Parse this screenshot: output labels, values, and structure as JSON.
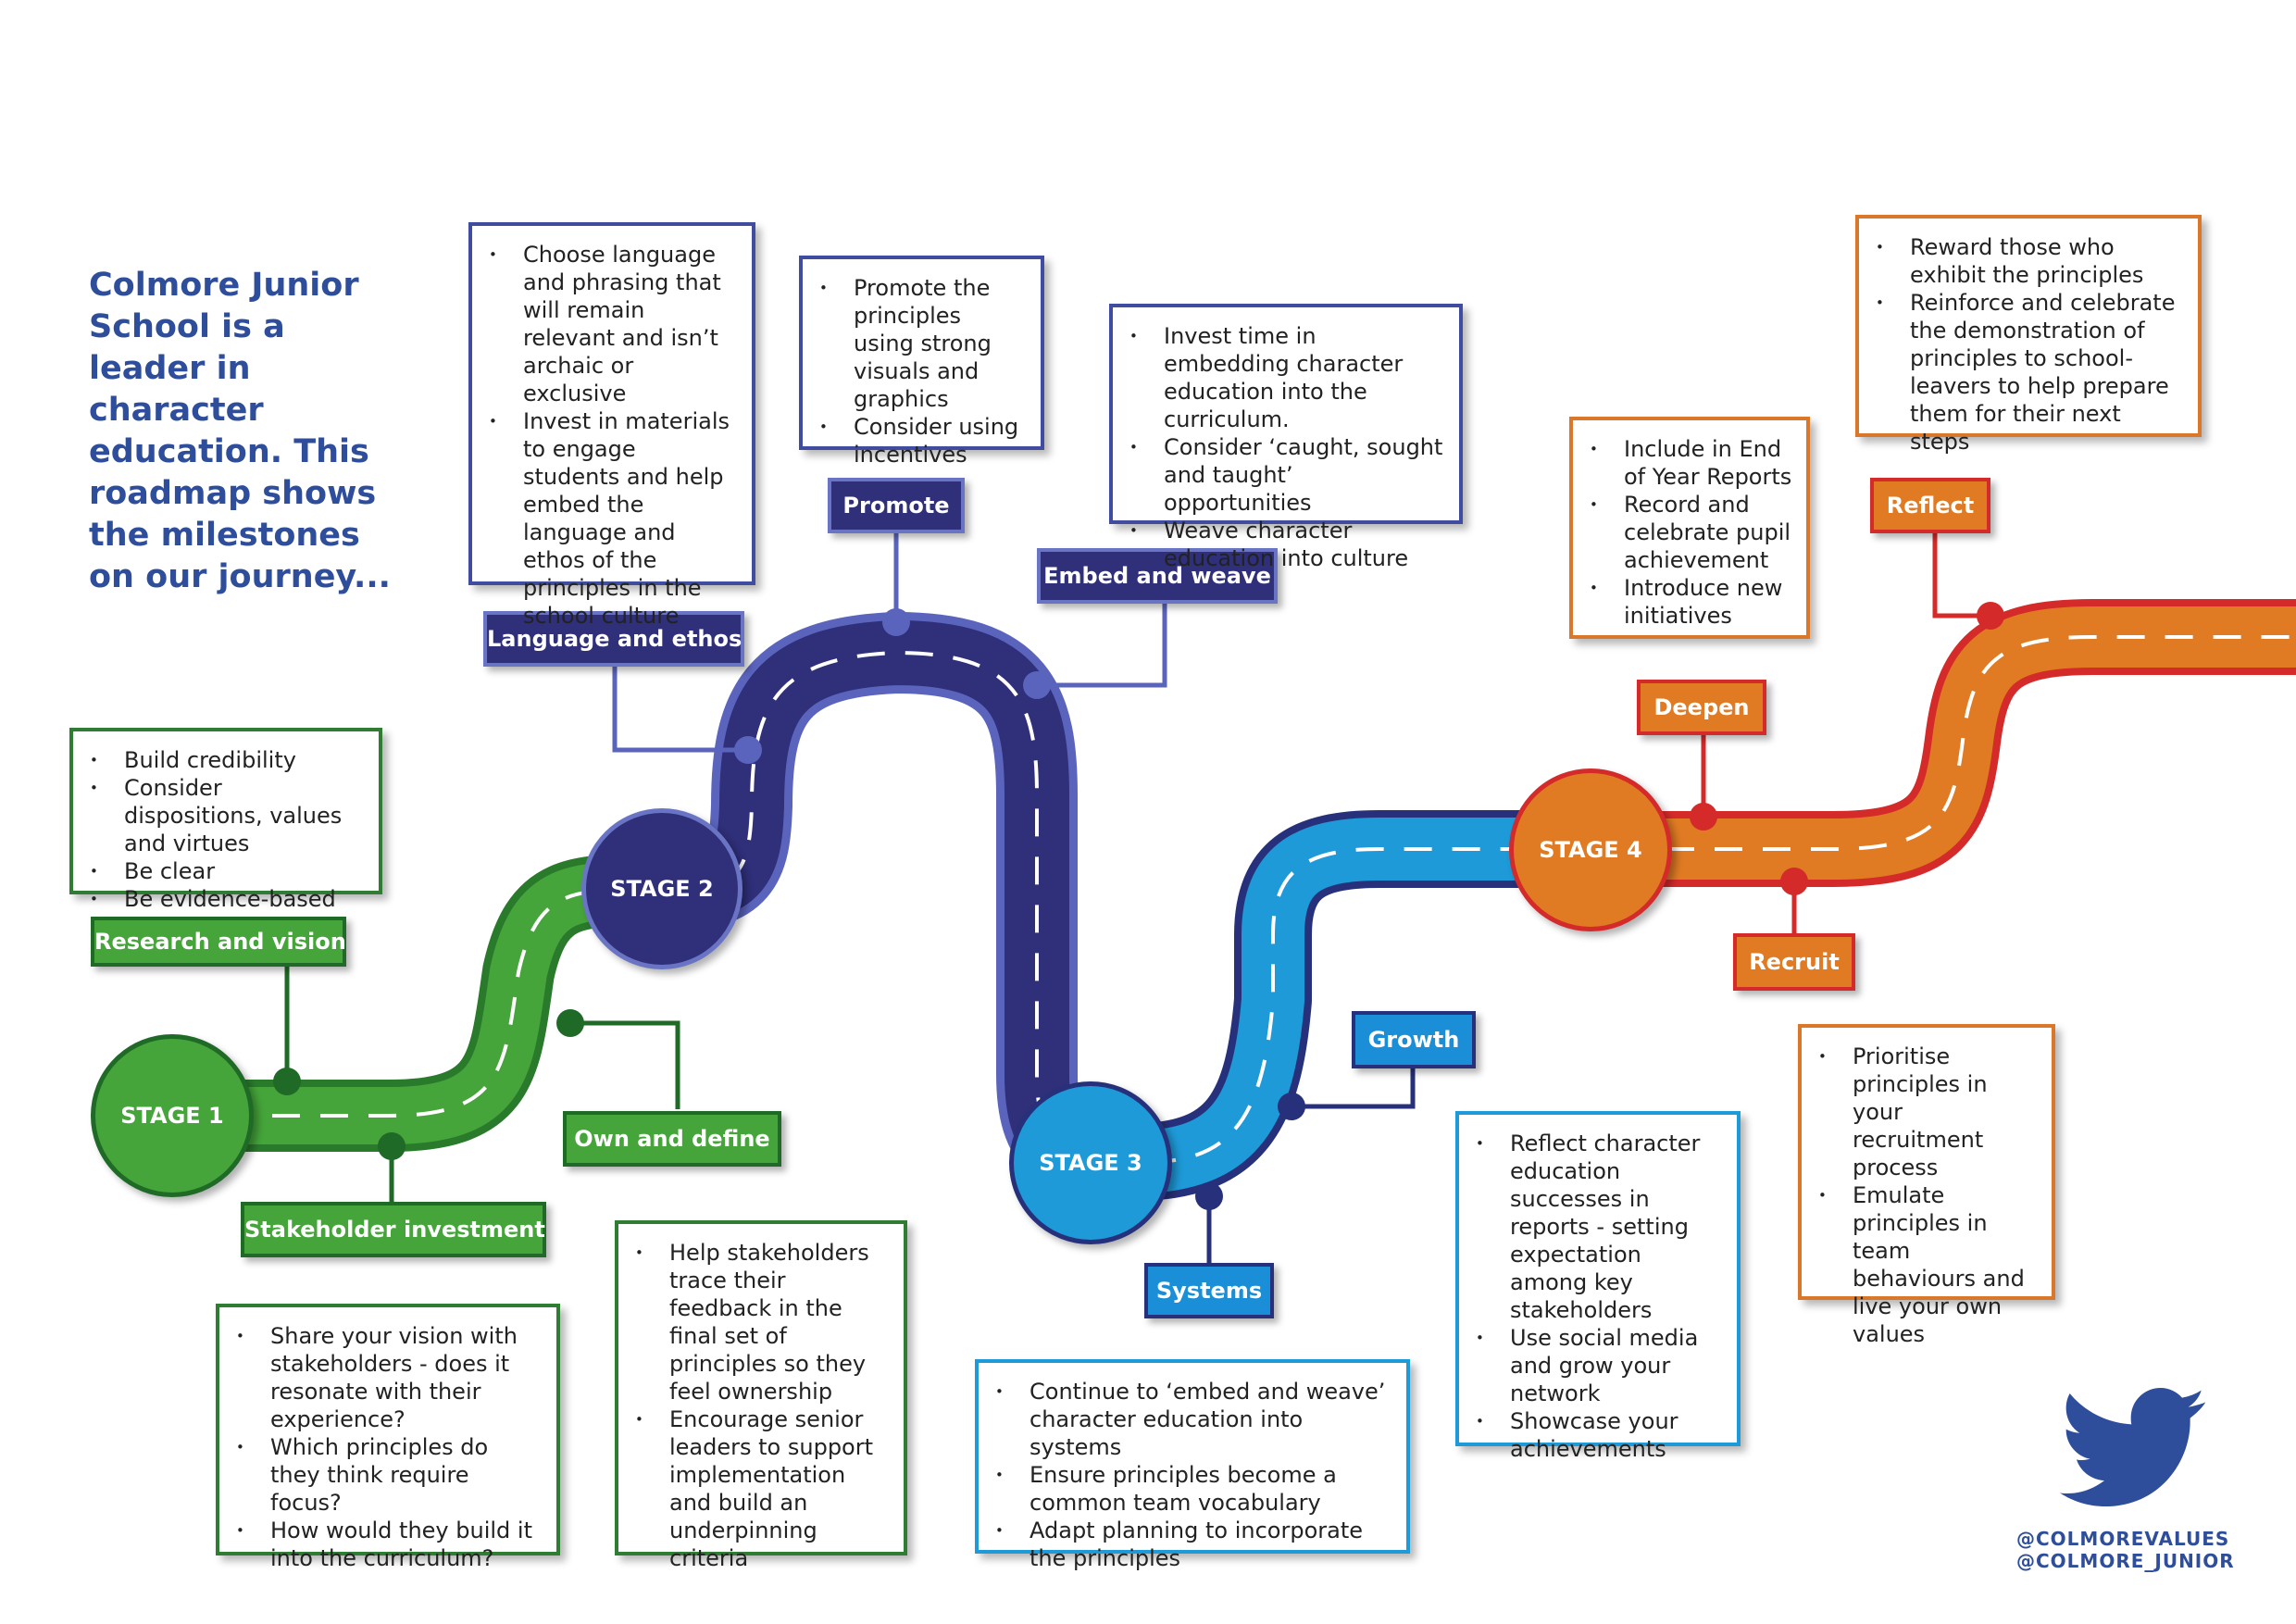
{
  "intro": "Colmore Junior School is a leader in character education. This roadmap shows the milestones on our journey...",
  "stages": {
    "s1": "STAGE 1",
    "s2": "STAGE 2",
    "s3": "STAGE 3",
    "s4": "STAGE 4"
  },
  "milestones": {
    "research": "Research and vision",
    "stakeholder": "Stakeholder investment",
    "own": "Own and define",
    "language": "Language and ethos",
    "promote": "Promote",
    "embed": "Embed and weave",
    "systems": "Systems",
    "growth": "Growth",
    "deepen": "Deepen",
    "recruit": "Recruit",
    "reflect": "Reflect"
  },
  "boxes": {
    "research": [
      "Build credibility",
      "Consider dispositions, values and virtues",
      "Be clear",
      "Be evidence-based"
    ],
    "stakeholder": [
      "Share your vision with stakeholders - does it resonate with their experience?",
      "Which principles do they think require focus?",
      "How would they build it into the curriculum?"
    ],
    "own": [
      "Help stakeholders trace their feedback in the final set of principles so they feel ownership",
      "Encourage senior leaders to support implementation and build an underpinning criteria"
    ],
    "language": [
      "Choose language and phrasing that will remain relevant and isn’t archaic or exclusive",
      "Invest in materials to engage students and help embed the language and ethos of the principles in the school culture"
    ],
    "promote": [
      "Promote the principles using strong visuals and graphics",
      "Consider using incentives"
    ],
    "embed": [
      "Invest time in embedding character education into the curriculum.",
      "Consider ‘caught, sought and taught’ opportunities",
      "Weave character education into culture"
    ],
    "systems": [
      "Continue to ‘embed and weave’ character education into systems",
      "Ensure principles become a common team vocabulary",
      "Adapt planning to incorporate the principles"
    ],
    "growth": [
      "Reflect character education successes in reports - setting expectation among key stakeholders",
      "Use social media and grow your network",
      "Showcase your achievements"
    ],
    "deepen": [
      "Include in End of Year Reports",
      "Record and celebrate pupil achievement",
      "Introduce new initiatives"
    ],
    "reflect": [
      "Reward those who exhibit the principles",
      "Reinforce and celebrate the demonstration of principles to school-leavers to help prepare them for their next steps"
    ],
    "recruit": [
      "Prioritise principles in your recruitment process",
      "Emulate principles in team behaviours and live your own values"
    ]
  },
  "social": {
    "handle1": "@COLMOREVALUES",
    "handle2": "@COLMORE_JUNIOR",
    "icon": "twitter-bird-icon"
  },
  "colors": {
    "green": "#45a53a",
    "navy": "#2f2f7a",
    "blue": "#1a8ed6",
    "orange": "#e07b23",
    "title": "#2e4e9c"
  }
}
